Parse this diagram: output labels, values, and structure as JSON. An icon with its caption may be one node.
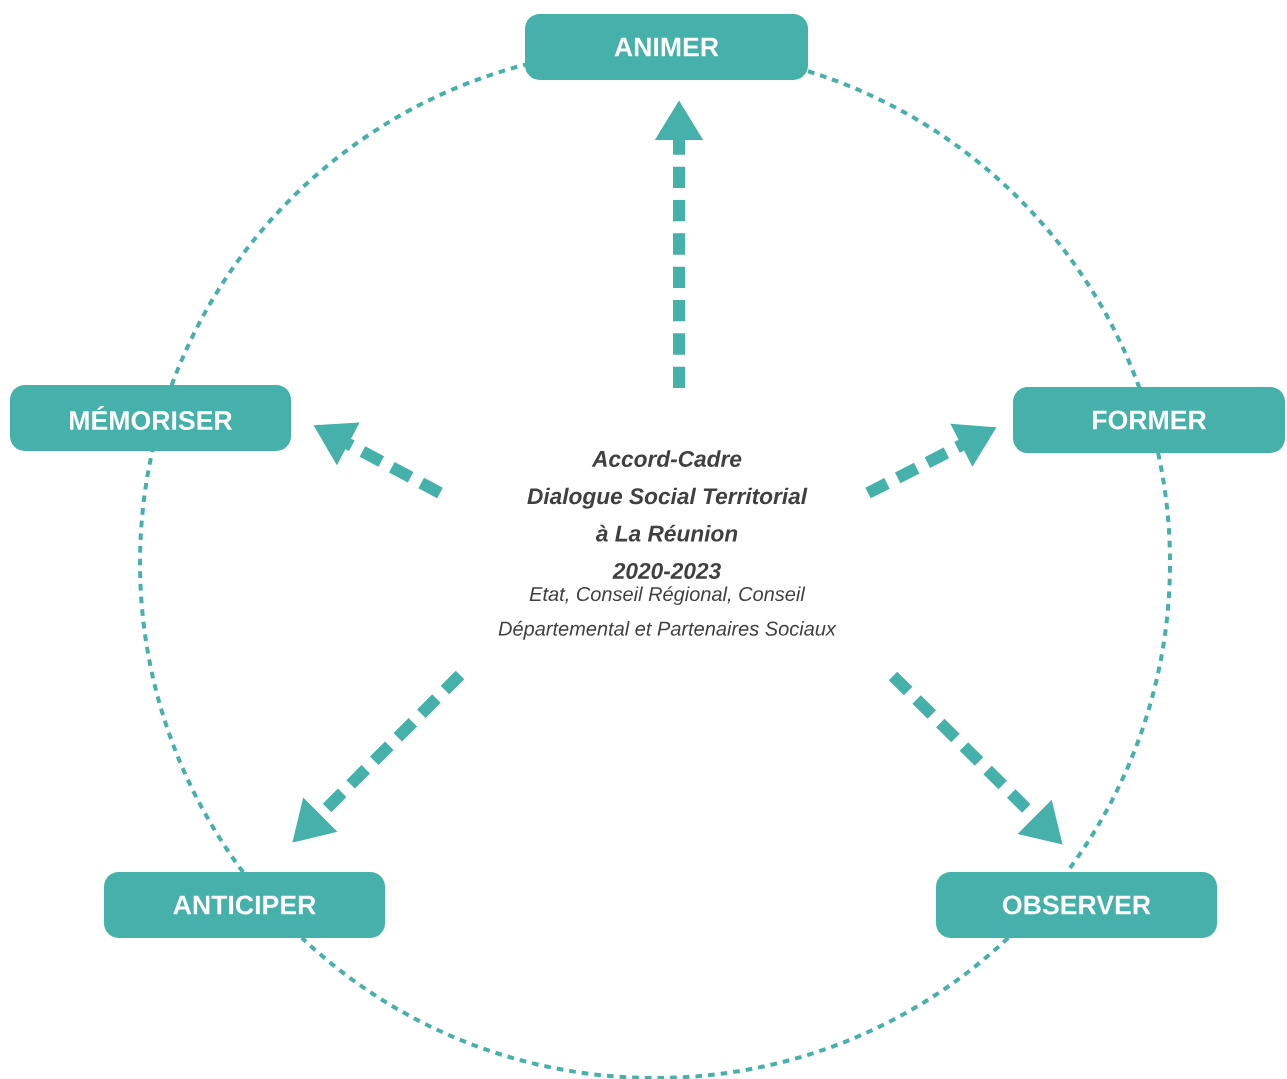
{
  "diagram": {
    "nodes": [
      {
        "text": [
          "Accord-Cadre",
          "Dialogue Social Territorial",
          "à La Réunion",
          "2020-2023",
          "Etat, Conseil Régional, Conseil Départemental et Partenaires Sociaux"
        ]
      },
      {
        "text": [
          "ANIMER"
        ]
      },
      {
        "text": [
          "MÉMORISER"
        ]
      },
      {
        "text": [
          "FORMER"
        ]
      },
      {
        "text": [
          "ANTICIPER"
        ]
      },
      {
        "text": [
          "OBSERVER"
        ]
      }
    ],
    "edges": [
      {
        "from": 0,
        "to": 1,
        "arrow": "to",
        "style": "dashed"
      },
      {
        "from": 0,
        "to": 2,
        "arrow": "to",
        "style": "dashed"
      },
      {
        "from": 0,
        "to": 3,
        "arrow": "to",
        "style": "dashed"
      },
      {
        "from": 0,
        "to": 4,
        "arrow": "to",
        "style": "dashed"
      },
      {
        "from": 0,
        "to": 5,
        "arrow": "to",
        "style": "dashed"
      },
      {
        "from": 1,
        "to": 3,
        "arrow": "none",
        "style": "dashed"
      },
      {
        "from": 3,
        "to": 5,
        "arrow": "none",
        "style": "dashed"
      },
      {
        "from": 5,
        "to": 4,
        "arrow": "none",
        "style": "dashed"
      },
      {
        "from": 4,
        "to": 2,
        "arrow": "none",
        "style": "dashed"
      },
      {
        "from": 2,
        "to": 1,
        "arrow": "none",
        "style": "dashed"
      }
    ]
  }
}
